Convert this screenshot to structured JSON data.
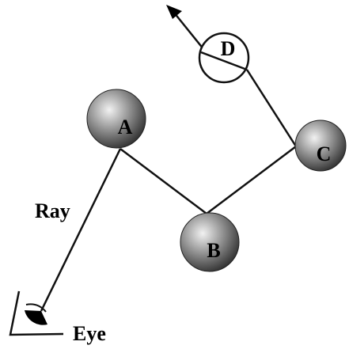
{
  "nodes": {
    "A": {
      "label": "A"
    },
    "B": {
      "label": "B"
    },
    "C": {
      "label": "C"
    },
    "D": {
      "label": "D"
    }
  },
  "labels": {
    "ray": "Ray",
    "eye": "Eye"
  },
  "colors": {
    "line": "#111111",
    "sphere_highlight": "#eeeeee",
    "sphere_mid": "#9a9a9a",
    "sphere_dark": "#3a3a3a",
    "transparent_sphere_fill": "#ffffff"
  },
  "icons": {
    "eye": "eye-icon",
    "arrow": "arrow-head-icon"
  }
}
